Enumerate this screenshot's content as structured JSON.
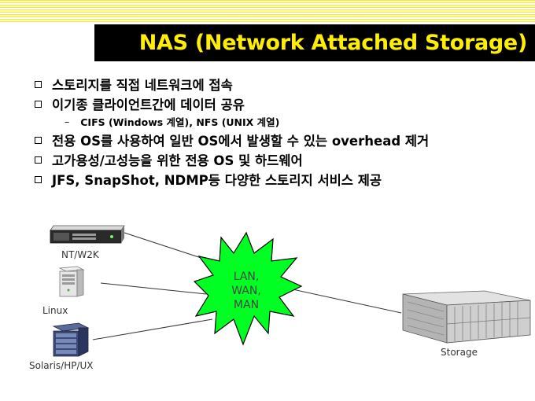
{
  "title": "NAS (Network Attached Storage)",
  "bullets": [
    "스토리지를 직접 네트워크에 접속",
    "이기종 클라이언트간에 데이터 공유"
  ],
  "sub_bullet": "CIFS (Windows 계열), NFS (UNIX 계열)",
  "bullets2": [
    "전용 OS를 사용하여 일반 OS에서 발생할 수 있는 overhead 제거",
    "고가용성/고성능을 위한 전용 OS 및 하드웨어",
    "JFS, SnapShot, NDMP등 다양한 스토리지 서비스 제공"
  ],
  "diagram": {
    "nodes": {
      "nt": "NT/W2K",
      "linux": "Linux",
      "solaris": "Solaris/HP/UX",
      "storage": "Storage"
    },
    "network_lines": [
      "LAN,",
      "WAN,",
      "MAN"
    ],
    "network_color": "#00ff22"
  },
  "colors": {
    "title_bg": "#000000",
    "title_text": "#ffee00",
    "stripe": "#ffee00"
  }
}
